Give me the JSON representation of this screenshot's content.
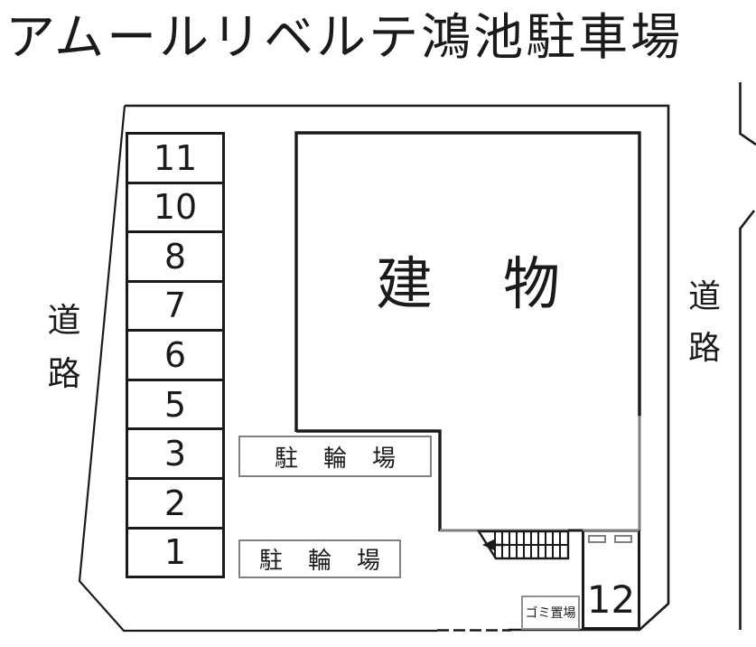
{
  "title": "アムールリベルテ鴻池駐車場",
  "roads": {
    "left": {
      "chars": [
        "道",
        "路"
      ]
    },
    "right": {
      "chars": [
        "道",
        "路"
      ]
    }
  },
  "parking_column": {
    "spaces": [
      "11",
      "10",
      "8",
      "7",
      "6",
      "5",
      "3",
      "2",
      "1"
    ]
  },
  "building": {
    "label": "建物"
  },
  "bike_parking": [
    {
      "label": "駐輪場"
    },
    {
      "label": "駐輪場"
    }
  ],
  "garbage": {
    "label": "ゴミ置場"
  },
  "space_12": {
    "number": "12"
  },
  "icons": {
    "stairs": "stairs-hatching-icon",
    "stairs_direction": "left-arrow-icon",
    "wheel_stops": "wheel-stop-rectangles"
  },
  "colors": {
    "line": "#1a1a1a",
    "secondary_line": "#808080",
    "background": "#ffffff"
  }
}
